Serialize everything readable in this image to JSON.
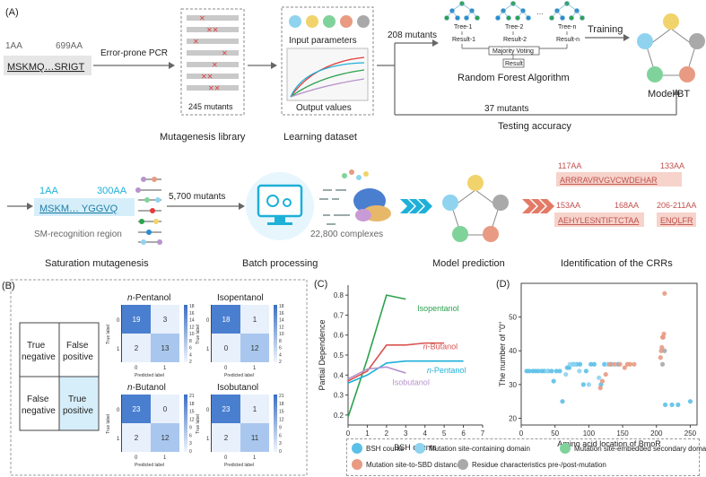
{
  "panel_a": {
    "label": "(A)",
    "seq_start": "1AA",
    "seq_end": "699AA",
    "seq": "MSKMQ…SRIGT",
    "pcr_label": "Error-prone PCR",
    "lib_count": "245 mutants",
    "lib_caption": "Mutagenesis library",
    "input_label": "Input parameters",
    "output_label": "Output values",
    "dataset_caption": "Learning dataset",
    "train_count": "208 mutants",
    "trees": [
      "Tree-1",
      "Tree-2",
      "Tree-n"
    ],
    "results": [
      "Result-1",
      "Result-2",
      "Result-n"
    ],
    "majority": "Majority Voting",
    "result": "Result",
    "rf_caption": "Random Forest Algorithm",
    "training_label": "Training",
    "model_caption": "Model BT",
    "test_count": "37 mutants",
    "testing_caption": "Testing accuracy",
    "sm_start": "1AA",
    "sm_end": "300AA",
    "sm_seq": "MSKM… YGGVQ",
    "sm_region": "SM-recognition region",
    "sm_count": "5,700 mutants",
    "sm_caption": "Saturation mutagenesis",
    "complexes": "22,800 complexes",
    "batch_caption": "Batch processing",
    "pred_caption": "Model prediction",
    "crr1_start": "117AA",
    "crr1_end": "133AA",
    "crr1_seq": "ARRRAVRVGVCWDEHAR",
    "crr2_start": "153AA",
    "crr2_end": "168AA",
    "crr2_seq": "AEHYLESNTIFTCTAA",
    "crr3_range": "206-211AA",
    "crr3_seq": "ENQLFR",
    "crr_caption": "Identification of the CRRs"
  },
  "panel_b": {
    "label": "(B)",
    "legend": {
      "tn": [
        "True",
        "negative"
      ],
      "fp": [
        "False",
        "positive"
      ],
      "fn": [
        "False",
        "negative"
      ],
      "tp": [
        "True",
        "positive"
      ]
    },
    "ylabel": "True label",
    "xlabel": "Predicted label",
    "matrices": [
      {
        "title_italic": "n",
        "title_rest": "-Pentanol",
        "values": [
          19,
          3,
          2,
          13
        ],
        "cbar_ticks": [
          "18",
          "16",
          "14",
          "12",
          "10",
          "8",
          "6",
          "4",
          "2"
        ]
      },
      {
        "title_italic": "",
        "title_rest": "Isopentanol",
        "values": [
          18,
          1,
          0,
          12
        ],
        "cbar_ticks": [
          "18",
          "16",
          "14",
          "12",
          "10",
          "8",
          "6",
          "4",
          "2"
        ]
      },
      {
        "title_italic": "n",
        "title_rest": "-Butanol",
        "values": [
          23,
          0,
          2,
          12
        ],
        "cbar_ticks": [
          "21",
          "18",
          "15",
          "12",
          "9",
          "6",
          "3",
          "0"
        ]
      },
      {
        "title_italic": "",
        "title_rest": "Isobutanol",
        "values": [
          23,
          1,
          2,
          11
        ],
        "cbar_ticks": [
          "21",
          "18",
          "15",
          "12",
          "9",
          "6",
          "3",
          "0"
        ]
      }
    ],
    "axis_ticks": [
      "0",
      "1"
    ]
  },
  "panel_c": {
    "label": "(C)"
  },
  "panel_d": {
    "label": "(D)"
  },
  "legend_bottom": [
    {
      "label": "BSH counts",
      "color": "#5bc0e8"
    },
    {
      "label": "Mutation site-containing domain",
      "color": "#8fd3ef"
    },
    {
      "label": "Mutation site-embedded secondary domain",
      "color": "#7fd39a"
    },
    {
      "label": "Mutation site-to-SBD distance",
      "color": "#e89a82"
    },
    {
      "label": "Residue characteristics pre-/post-mutation",
      "color": "#a9a9a9"
    }
  ],
  "chart_data": [
    {
      "type": "line",
      "title": "",
      "xlabel": "BSH counts",
      "ylabel": "Partial Dependence",
      "xlim": [
        0,
        7
      ],
      "ylim": [
        0.15,
        0.85
      ],
      "x_ticks": [
        0,
        1,
        2,
        3,
        4,
        5,
        6,
        7
      ],
      "y_ticks": [
        0.2,
        0.3,
        0.4,
        0.5,
        0.6,
        0.7,
        0.8
      ],
      "series": [
        {
          "name": "Isopentanol",
          "color": "#2ba24c",
          "x": [
            0,
            1,
            2,
            3
          ],
          "y": [
            0.19,
            0.48,
            0.8,
            0.78
          ]
        },
        {
          "name": "n-Butanol",
          "color": "#d9534f",
          "x": [
            0,
            1,
            2,
            3,
            4,
            5
          ],
          "y": [
            0.37,
            0.42,
            0.55,
            0.55,
            0.56,
            0.56
          ]
        },
        {
          "name": "n-Pentanol",
          "color": "#1eb0d8",
          "x": [
            0,
            1,
            2,
            3,
            4,
            5,
            6
          ],
          "y": [
            0.36,
            0.4,
            0.46,
            0.47,
            0.47,
            0.47,
            0.47
          ]
        },
        {
          "name": "Isobutanol",
          "color": "#b893cc",
          "x": [
            0,
            1,
            2,
            3
          ],
          "y": [
            0.38,
            0.43,
            0.44,
            0.41
          ]
        }
      ]
    },
    {
      "type": "scatter",
      "title": "",
      "xlabel": "Amino acid location of BmoR",
      "ylabel": "The number of \"0\"",
      "xlim": [
        0,
        260
      ],
      "ylim": [
        18,
        60
      ],
      "x_ticks": [
        0,
        50,
        100,
        150,
        200,
        250
      ],
      "y_ticks": [
        20,
        30,
        40,
        50
      ],
      "series": [
        {
          "name": "BSH counts",
          "color": "#5bc0e8",
          "points": [
            [
              8,
              34
            ],
            [
              12,
              34
            ],
            [
              17,
              34
            ],
            [
              21,
              34
            ],
            [
              25,
              34
            ],
            [
              30,
              34
            ],
            [
              34,
              34
            ],
            [
              40,
              34
            ],
            [
              45,
              34
            ],
            [
              48,
              31
            ],
            [
              52,
              34
            ],
            [
              57,
              34
            ],
            [
              61,
              25
            ],
            [
              68,
              35
            ],
            [
              71,
              35
            ],
            [
              77,
              36
            ],
            [
              82,
              36
            ],
            [
              87,
              36
            ],
            [
              92,
              30
            ],
            [
              96,
              34
            ],
            [
              103,
              36
            ],
            [
              108,
              36
            ],
            [
              118,
              30
            ],
            [
              123,
              36
            ],
            [
              133,
              36
            ],
            [
              143,
              36
            ],
            [
              213,
              24
            ],
            [
              223,
              24
            ],
            [
              232,
              24
            ],
            [
              250,
              25
            ]
          ]
        },
        {
          "name": "Mutation site-containing domain",
          "color": "#8fd3ef",
          "points": [
            [
              38,
              34
            ],
            [
              66,
              33
            ],
            [
              72,
              36
            ],
            [
              79,
              36
            ],
            [
              86,
              34
            ],
            [
              100,
              30
            ],
            [
              115,
              32
            ],
            [
              128,
              36
            ]
          ]
        },
        {
          "name": "Mutation site-to-SBD distance",
          "color": "#e89a82",
          "points": [
            [
              117,
              29
            ],
            [
              120,
              31
            ],
            [
              125,
              33
            ],
            [
              131,
              36
            ],
            [
              138,
              36
            ],
            [
              146,
              36
            ],
            [
              153,
              35
            ],
            [
              157,
              36
            ],
            [
              161,
              36
            ],
            [
              167,
              36
            ],
            [
              206,
              38
            ],
            [
              207,
              40
            ],
            [
              208,
              41
            ],
            [
              209,
              44
            ],
            [
              210,
              44
            ],
            [
              211,
              45
            ],
            [
              212,
              57
            ]
          ]
        },
        {
          "name": "Residue characteristics pre-/post-mutation",
          "color": "#a9a9a9",
          "points": [
            [
              212,
              40
            ],
            [
              209,
              36
            ]
          ]
        }
      ]
    }
  ]
}
